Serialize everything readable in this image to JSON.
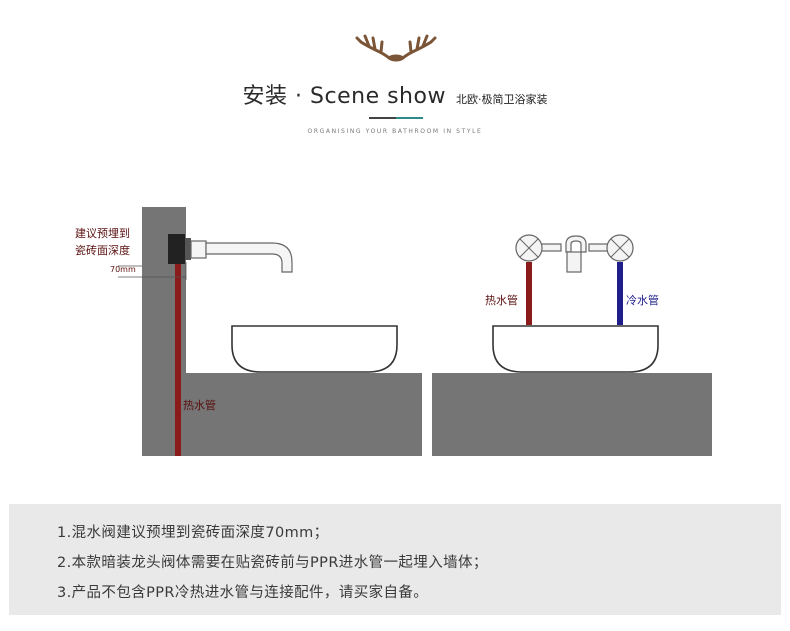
{
  "header": {
    "title": "安装 · Scene show",
    "subtitle": "北欧·极简卫浴家装",
    "tagline": "ORGANISING YOUR BATHROOM IN STYLE",
    "logo_icon": "antler-icon",
    "accent_color": "#2f8a8a"
  },
  "diagram": {
    "left": {
      "callout_line1": "建议预埋到",
      "callout_line2": "瓷砖面深度",
      "depth_label": "70mm",
      "hot_pipe_label": "热水管"
    },
    "right": {
      "hot_pipe_label": "热水管",
      "cold_pipe_label": "冷水管"
    },
    "colors": {
      "wall": "#757575",
      "hot_pipe": "#8b1a1a",
      "cold_pipe": "#1f1d8a"
    }
  },
  "notes": [
    "1.混水阀建议预埋到瓷砖面深度70mm；",
    "2.本款暗装龙头阀体需要在贴瓷砖前与PPR进水管一起埋入墙体；",
    "3.产品不包含PPR冷热进水管与连接配件，请买家自备。"
  ]
}
